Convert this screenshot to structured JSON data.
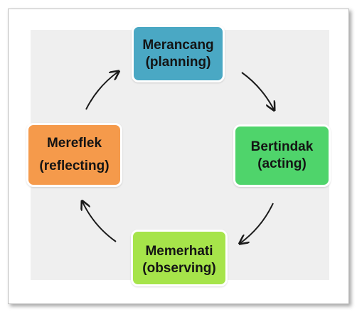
{
  "diagram": {
    "colors": {
      "planning": "#4aa8c4",
      "acting": "#4fd46b",
      "observing": "#a6e44a",
      "reflecting": "#f59a4b",
      "arrow": "#1a1a1a",
      "background": "#efefef"
    },
    "nodes": {
      "planning": {
        "line1": "Merancang",
        "line2": "(planning)"
      },
      "acting": {
        "line1": "Bertindak",
        "line2": "(acting)"
      },
      "observing": {
        "line1": "Memerhati",
        "line2": "(observing)"
      },
      "reflecting": {
        "line1": "Mereflek",
        "line2": "(reflecting)"
      }
    },
    "edges": [
      {
        "from": "planning",
        "to": "acting"
      },
      {
        "from": "acting",
        "to": "observing"
      },
      {
        "from": "observing",
        "to": "reflecting"
      },
      {
        "from": "reflecting",
        "to": "planning"
      }
    ]
  }
}
